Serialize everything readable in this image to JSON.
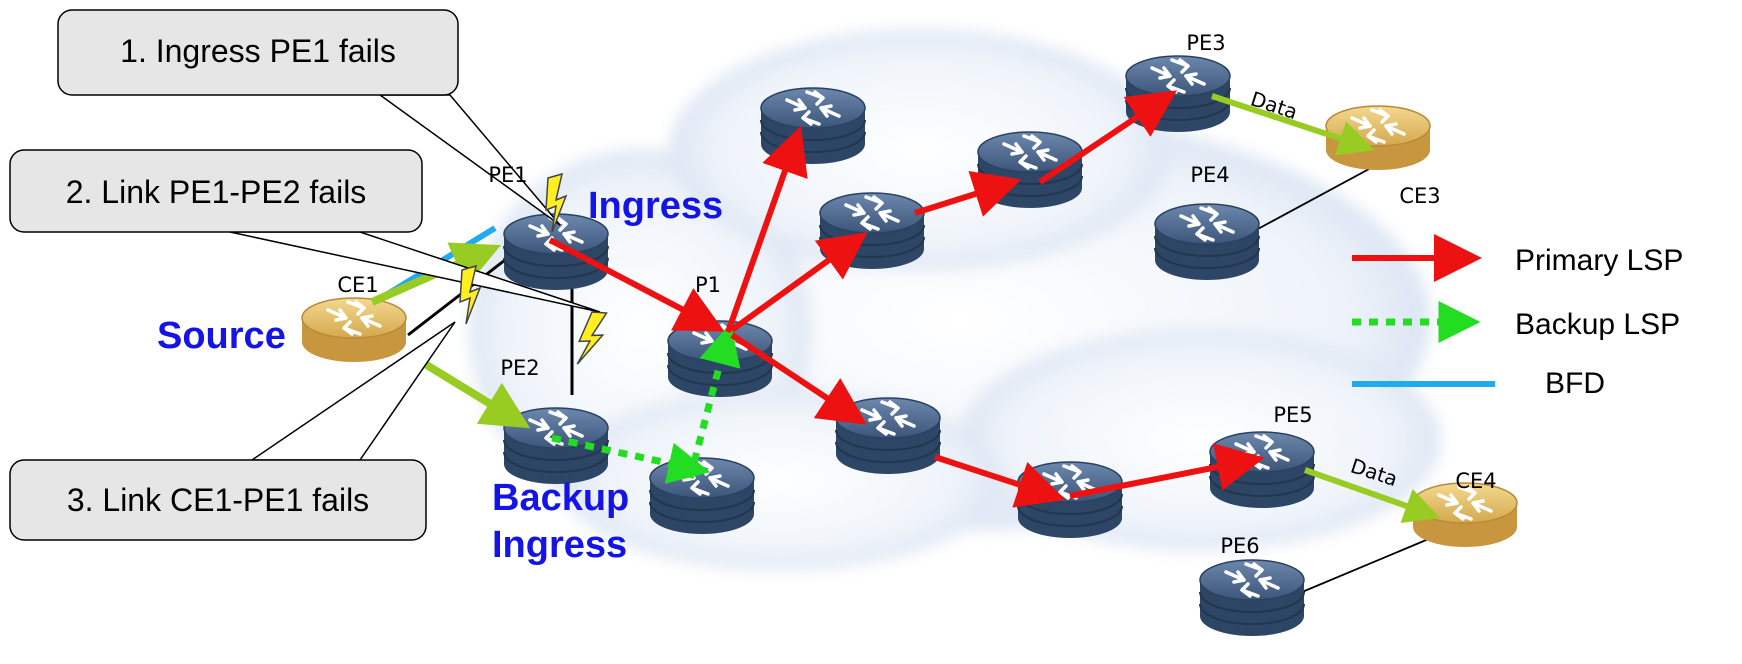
{
  "callouts": {
    "c1": "1. Ingress PE1 fails",
    "c2": "2. Link PE1-PE2 fails",
    "c3": "3. Link CE1-PE1 fails"
  },
  "labels": {
    "source": "Source",
    "ingress": "Ingress",
    "backup_line1": "Backup",
    "backup_line2": "Ingress"
  },
  "nodes": {
    "pe1": "PE1",
    "pe2": "PE2",
    "pe3": "PE3",
    "pe4": "PE4",
    "pe5": "PE5",
    "pe6": "PE6",
    "p1": "P1",
    "ce1": "CE1",
    "ce3": "CE3",
    "ce4": "CE4"
  },
  "data_labels": {
    "pe3_ce3": "Data",
    "pe5_ce4": "Data"
  },
  "legend": {
    "primary": "Primary LSP",
    "backup": "Backup LSP",
    "bfd": "BFD"
  },
  "colors": {
    "primary_lsp": "#ee1111",
    "backup_lsp": "#22dd22",
    "bfd": "#22aaee",
    "data": "#99cc22",
    "router": "#3e5b82",
    "ce_router": "#d9b25a",
    "label_blue": "#1414e6",
    "callout_fill": "#e6e6e6",
    "fail_bolt": "#ffee22"
  },
  "icons": {
    "router": "router-icon",
    "failure": "lightning-bolt-icon"
  }
}
